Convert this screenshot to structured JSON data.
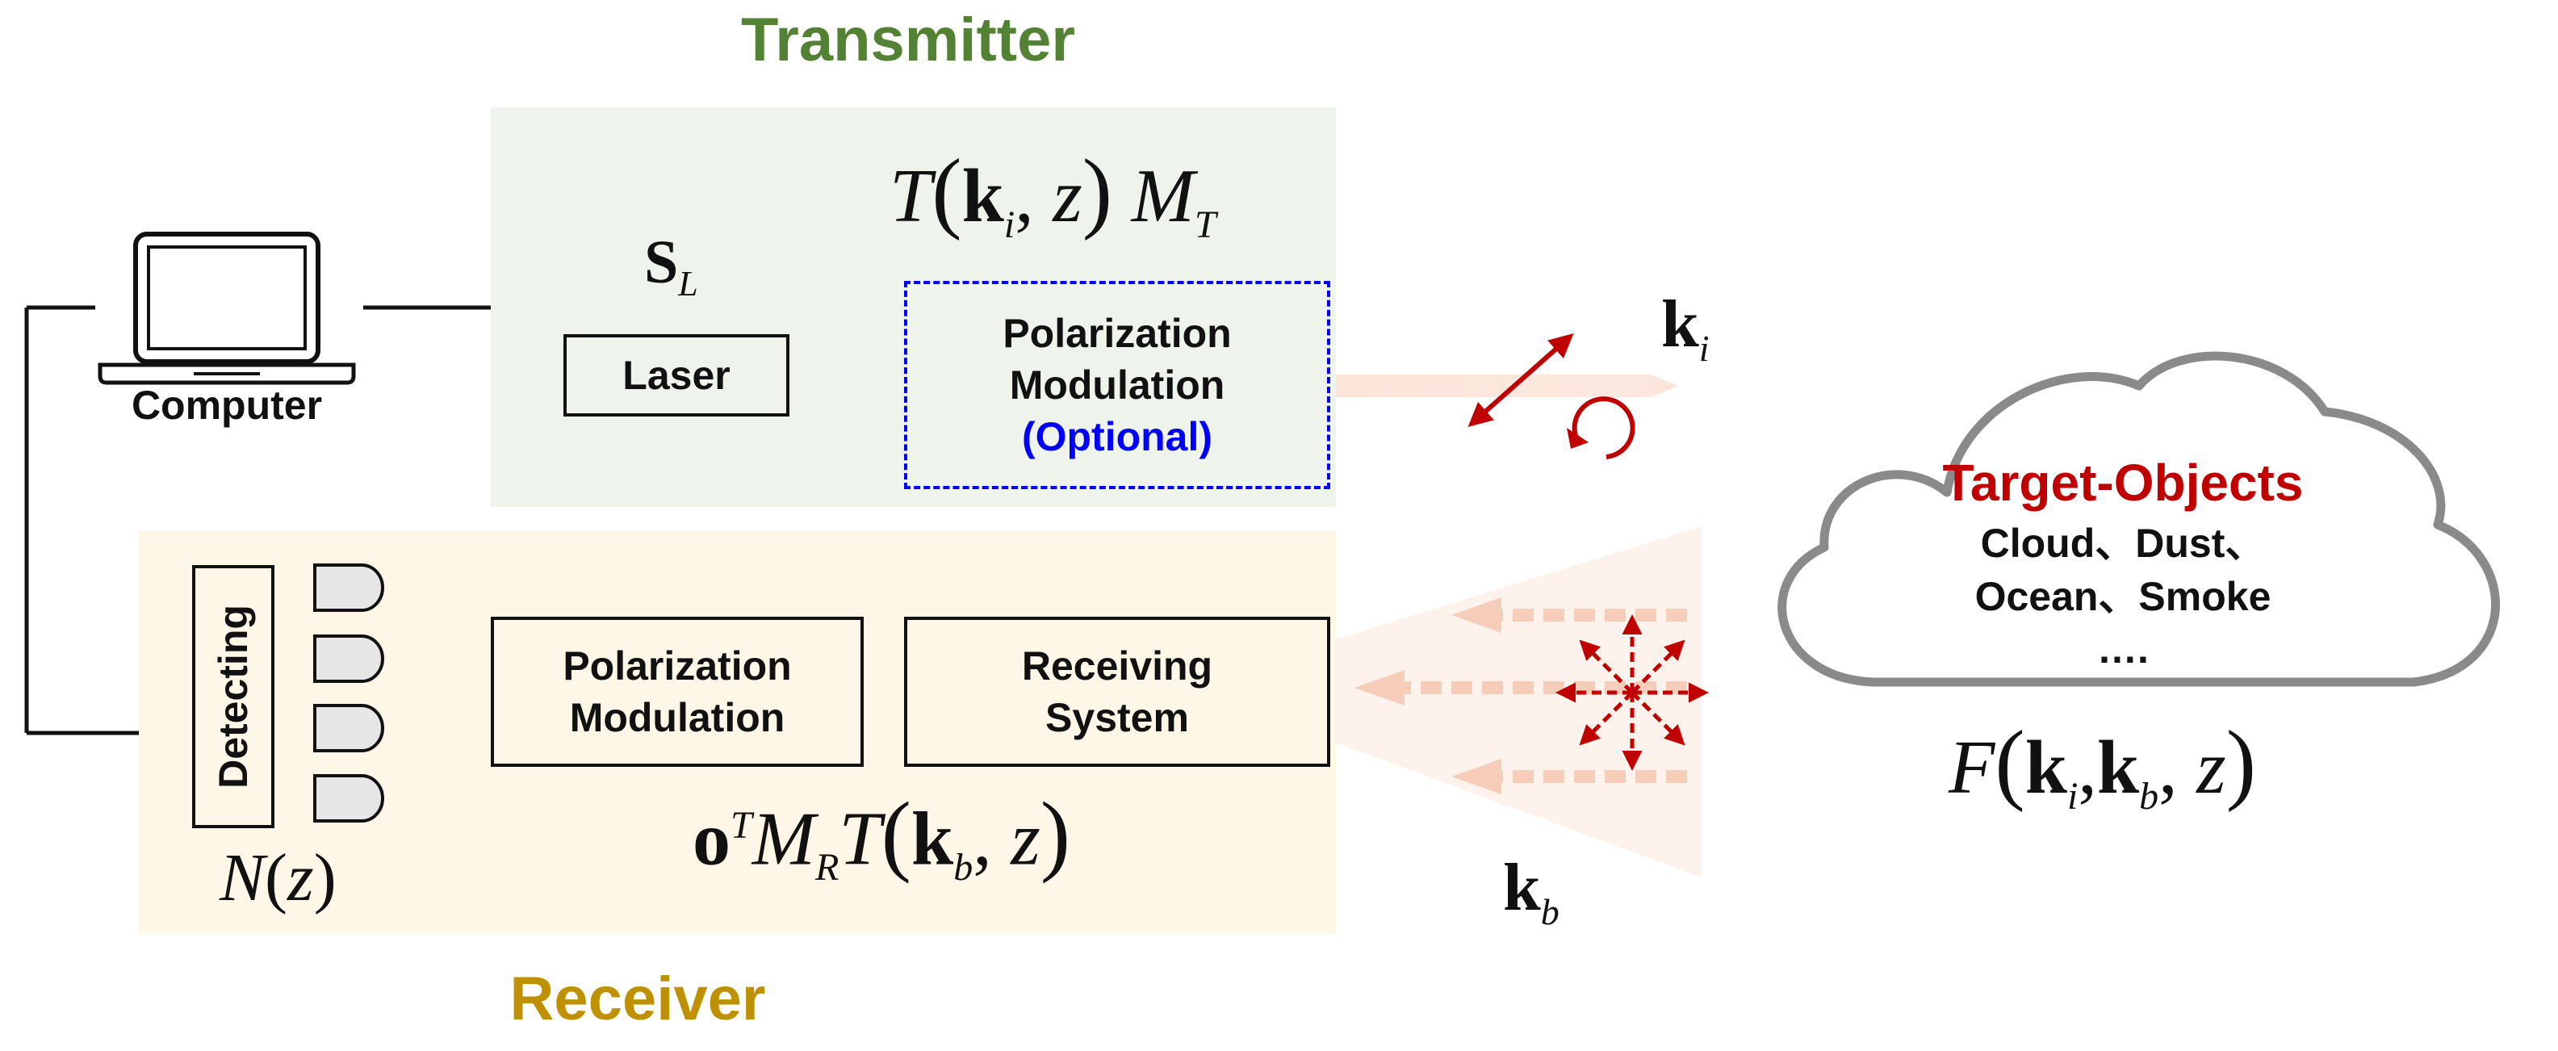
{
  "transmitter": {
    "title": "Transmitter",
    "laser_label": "Laser",
    "source_symbol": "S",
    "source_sub": "L",
    "modulation": {
      "line1": "Polarization",
      "line2": "Modulation",
      "optional": "(Optional)"
    },
    "formula": {
      "T": "T",
      "k": "k",
      "k_sub": "i",
      "z": "z",
      "M": "M",
      "M_sub": "T"
    }
  },
  "computer": {
    "label": "Computer"
  },
  "incident": {
    "k": "k",
    "sub": "i"
  },
  "backscatter": {
    "k": "k",
    "sub": "b"
  },
  "receiver": {
    "title": "Receiver",
    "detecting_label": "Detecting",
    "modulation": {
      "line1": "Polarization",
      "line2": "Modulation"
    },
    "receiving": {
      "line1": "Receiving",
      "line2": "System"
    },
    "formula": {
      "o": "o",
      "o_sup": "T",
      "M": "M",
      "M_sub": "R",
      "T": "T",
      "k": "k",
      "k_sub": "b",
      "z": "z"
    },
    "count": {
      "N": "N",
      "z": "z"
    }
  },
  "target": {
    "title": "Target-Objects",
    "line1": "Cloud、Dust、",
    "line2": "Ocean、Smoke",
    "line3": "….",
    "formula": {
      "F": "F",
      "k1": "k",
      "k1_sub": "i",
      "k2": "k",
      "k2_sub": "b",
      "z": "z"
    }
  },
  "colors": {
    "transmitter_title": "#548235",
    "receiver_title": "#BF9000",
    "transmitter_bg": "#EEF4EC",
    "receiver_bg": "#FEF6E6",
    "target_red": "#C00000",
    "optional_blue": "#0000FF",
    "arrow_red": "#C00000"
  }
}
